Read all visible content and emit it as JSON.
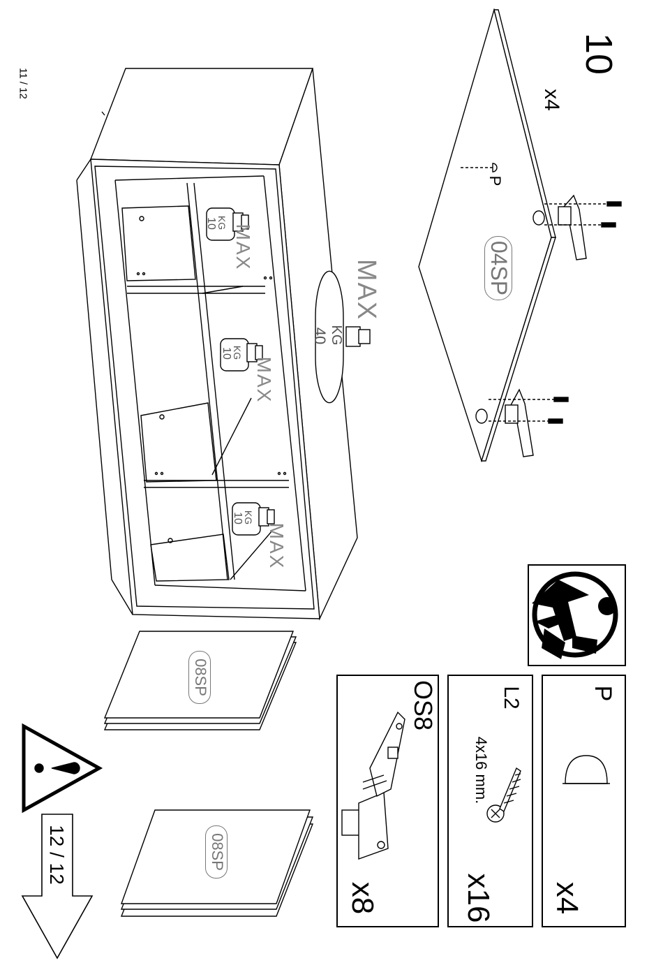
{
  "page": {
    "number": "11 / 12",
    "next_page": "12 / 12"
  },
  "step": {
    "number": "10",
    "count": "x4"
  },
  "labels": {
    "board_main": "04SP",
    "board_stack_a": "08SP",
    "board_stack_b": "08SP",
    "part_p": "P",
    "max": "MAX"
  },
  "weights": [
    {
      "unit": "KG",
      "value": "40"
    },
    {
      "unit": "KG",
      "value": "10"
    },
    {
      "unit": "KG",
      "value": "10"
    },
    {
      "unit": "KG",
      "value": "10"
    }
  ],
  "parts": [
    {
      "code": "P",
      "qty": "x4",
      "size": ""
    },
    {
      "code": "L2",
      "qty": "x16",
      "size": "4x16 mm."
    },
    {
      "code": "OS8",
      "qty": "x8",
      "size": ""
    }
  ],
  "icons": [
    "help-two-people-icon",
    "warning-triangle-icon",
    "next-page-arrow-icon"
  ]
}
